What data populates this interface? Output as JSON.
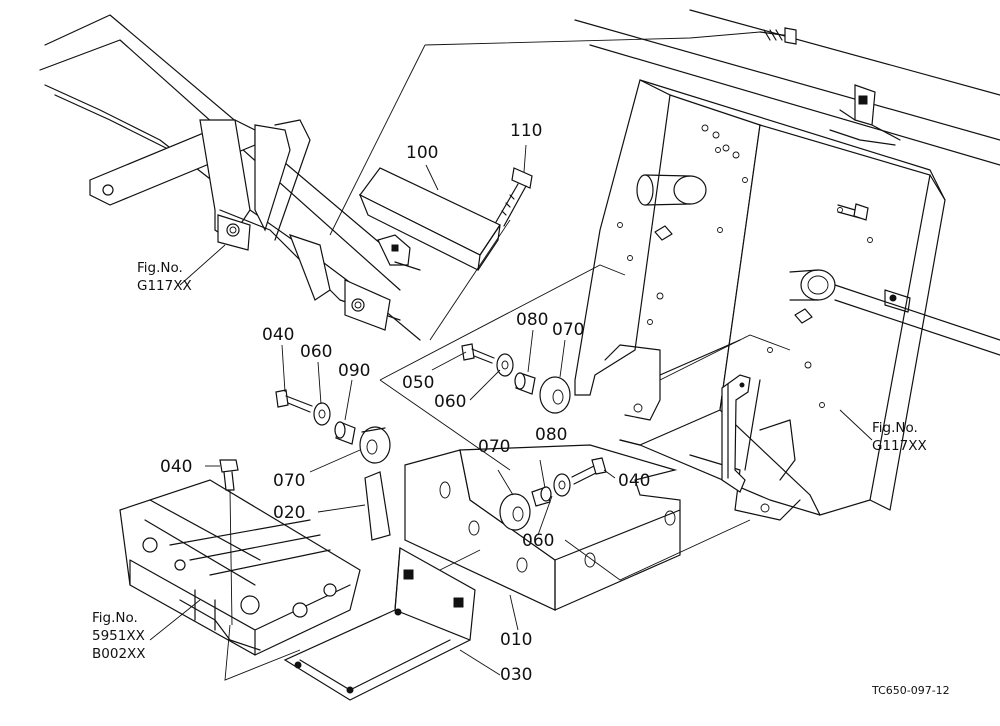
{
  "parts": {
    "p100": "100",
    "p110": "110",
    "p040a": "040",
    "p060a": "060",
    "p090": "090",
    "p080a": "080",
    "p070a": "070",
    "p050": "050",
    "p060b": "060",
    "p040b": "040",
    "p070b": "070",
    "p020": "020",
    "p070c": "070",
    "p080b": "080",
    "p040c": "040",
    "p060c": "060",
    "p010": "010",
    "p030": "030"
  },
  "fig_refs": {
    "left": {
      "line1": "Fig.No.",
      "line2": "G117XX"
    },
    "right": {
      "line1": "Fig.No.",
      "line2": "G117XX"
    },
    "bottom": {
      "line1": "Fig.No.",
      "line2": "5951XX",
      "line3": "B002XX"
    }
  },
  "drawing_code": "TC650-097-12"
}
